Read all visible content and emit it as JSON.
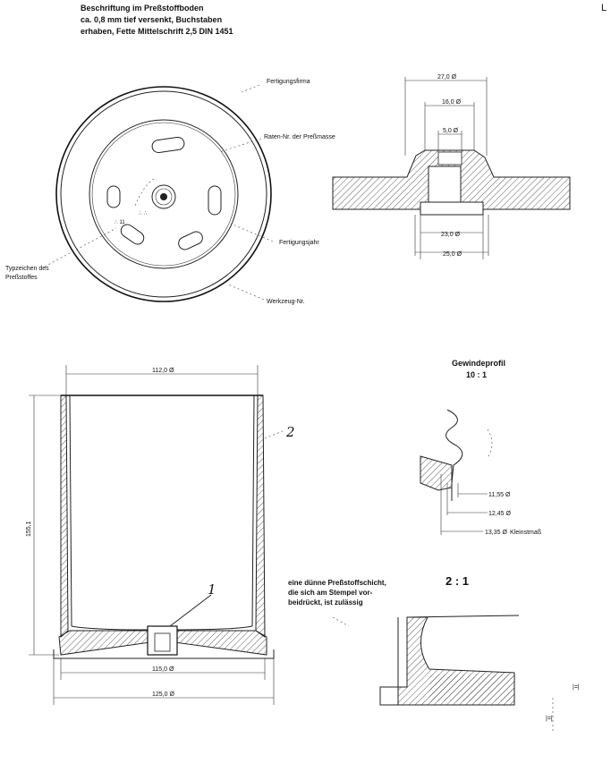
{
  "header": {
    "line1": "Beschriftung im Preßstoffboden",
    "line2": "ca. 0,8 mm tief versenkt, Buchstaben",
    "line3": "erhaben, Fette Mittelschrift 2,5 DIN 1451"
  },
  "corner_mark": "L",
  "top_view": {
    "labels": {
      "fertigungsfirma": "Fertigungsfirma",
      "raten": "Raten-Nr. der Preßmasse",
      "fertigungsjahr": "Fertigungsjahr",
      "typ1": "Typzeichen des",
      "typ2": "Preßstoffes",
      "werkzeug": "Werkzeug-Nr."
    }
  },
  "detail_section": {
    "dims": {
      "d27": "27,0",
      "d16": "16,0",
      "d5": "5,0",
      "d23": "23,0",
      "d25": "25,0"
    }
  },
  "main_section": {
    "dims": {
      "d112": "112,0",
      "h155": "155,1",
      "d115": "115,0",
      "d125": "125,0"
    },
    "callouts": {
      "c1": "1",
      "c2": "2"
    }
  },
  "thread_profile": {
    "title": "Gewindeprofil",
    "scale": "10 : 1",
    "dims": {
      "d1155": "11,55",
      "d1245": "12,45",
      "d1335": "13,35",
      "kleinstmass": "Kleinstmaß"
    }
  },
  "enlarged_detail": {
    "scale": "2 : 1",
    "note1": "eine dünne Preßstoffschicht,",
    "note2": "die sich am Stempel vor-",
    "note3": "beidrückt, ist zulässig"
  }
}
